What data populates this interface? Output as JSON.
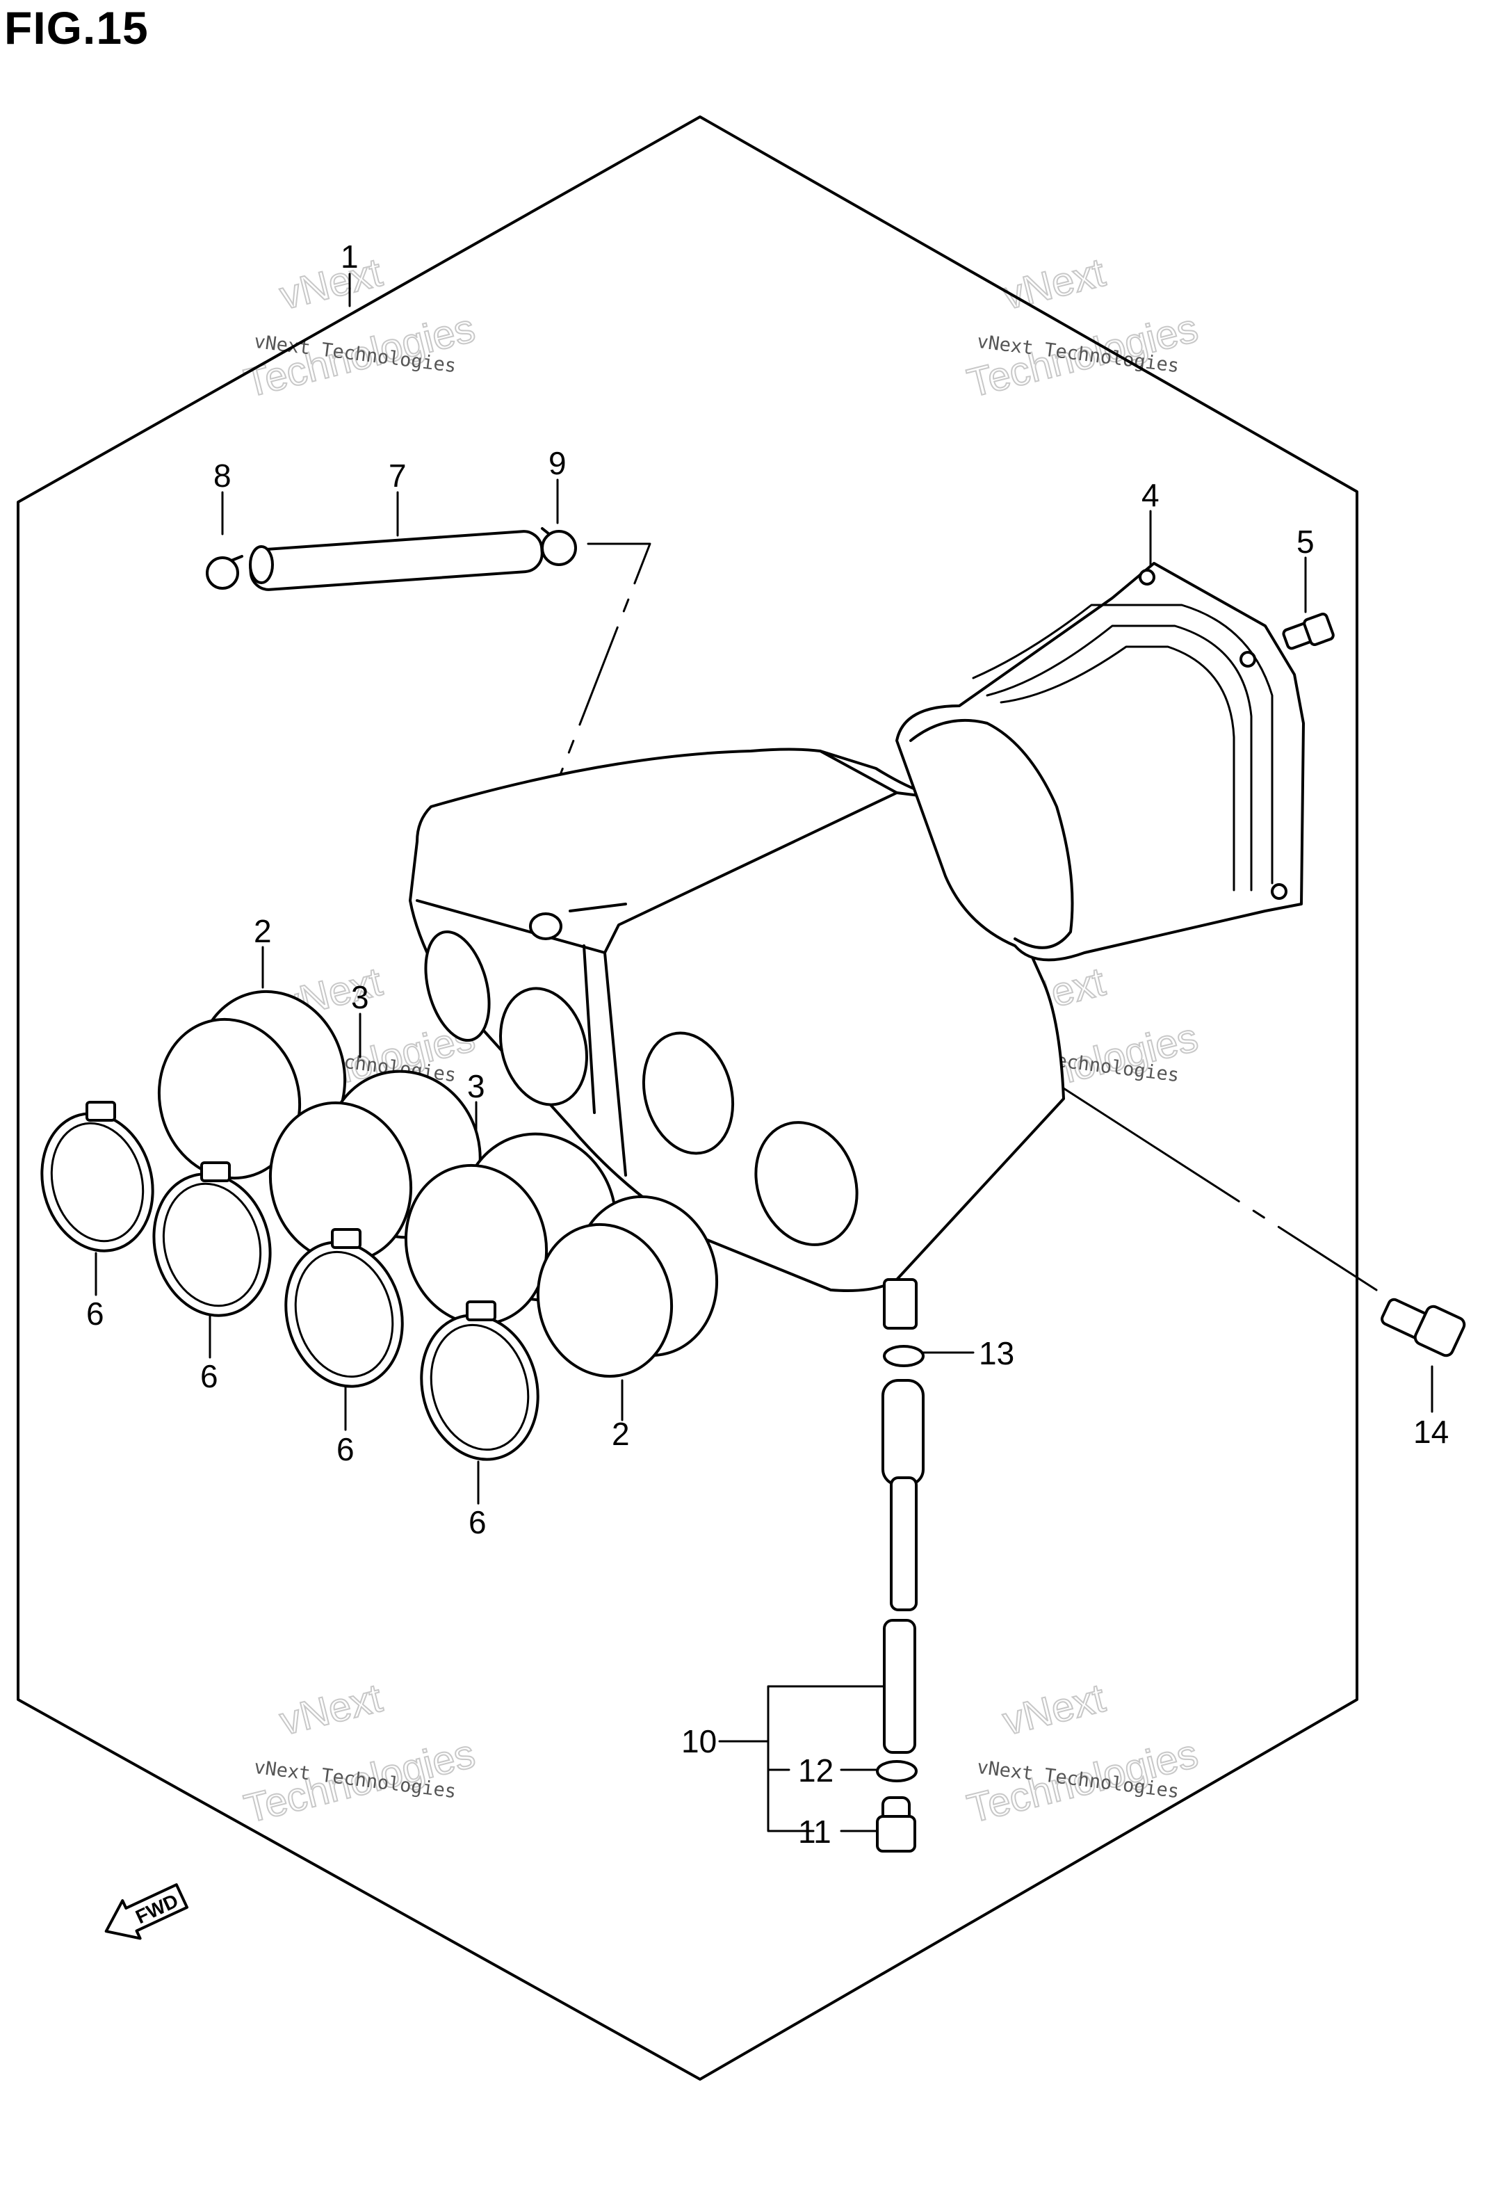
{
  "figure": {
    "title": "FIG.15"
  },
  "callouts": [
    {
      "id": "1",
      "label": "1"
    },
    {
      "id": "2a",
      "label": "2"
    },
    {
      "id": "2b",
      "label": "2"
    },
    {
      "id": "3a",
      "label": "3"
    },
    {
      "id": "3b",
      "label": "3"
    },
    {
      "id": "4",
      "label": "4"
    },
    {
      "id": "5",
      "label": "5"
    },
    {
      "id": "6a",
      "label": "6"
    },
    {
      "id": "6b",
      "label": "6"
    },
    {
      "id": "6c",
      "label": "6"
    },
    {
      "id": "6d",
      "label": "6"
    },
    {
      "id": "7",
      "label": "7"
    },
    {
      "id": "8",
      "label": "8"
    },
    {
      "id": "9",
      "label": "9"
    },
    {
      "id": "10",
      "label": "10"
    },
    {
      "id": "11",
      "label": "11"
    },
    {
      "id": "12",
      "label": "12"
    },
    {
      "id": "13",
      "label": "13"
    },
    {
      "id": "14",
      "label": "14"
    }
  ],
  "watermark": {
    "line1": "vNext Technologies",
    "line2": "vNext",
    "line3": "Technologies"
  },
  "fwd_badge": {
    "label": "FWD"
  }
}
